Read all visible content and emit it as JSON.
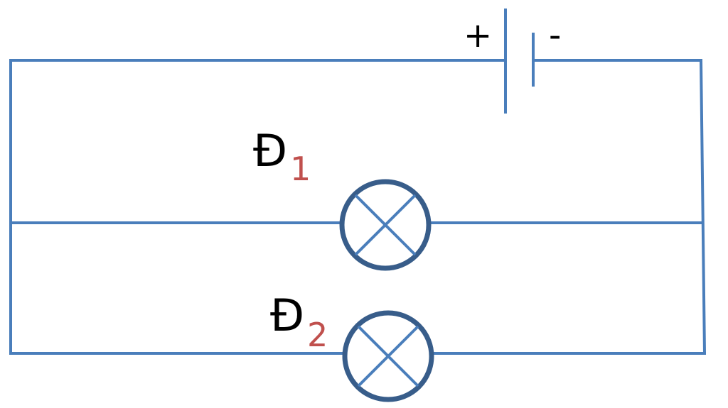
{
  "battery": {
    "plus_label": "+",
    "minus_label": "-"
  },
  "lamps": [
    {
      "letter": "Đ",
      "index": "1"
    },
    {
      "letter": "Đ",
      "index": "2"
    }
  ],
  "colors": {
    "wire": "#4a7ebb",
    "lamp_ring": "#385d8a",
    "subscript": "#c0504d",
    "text": "#000000"
  }
}
